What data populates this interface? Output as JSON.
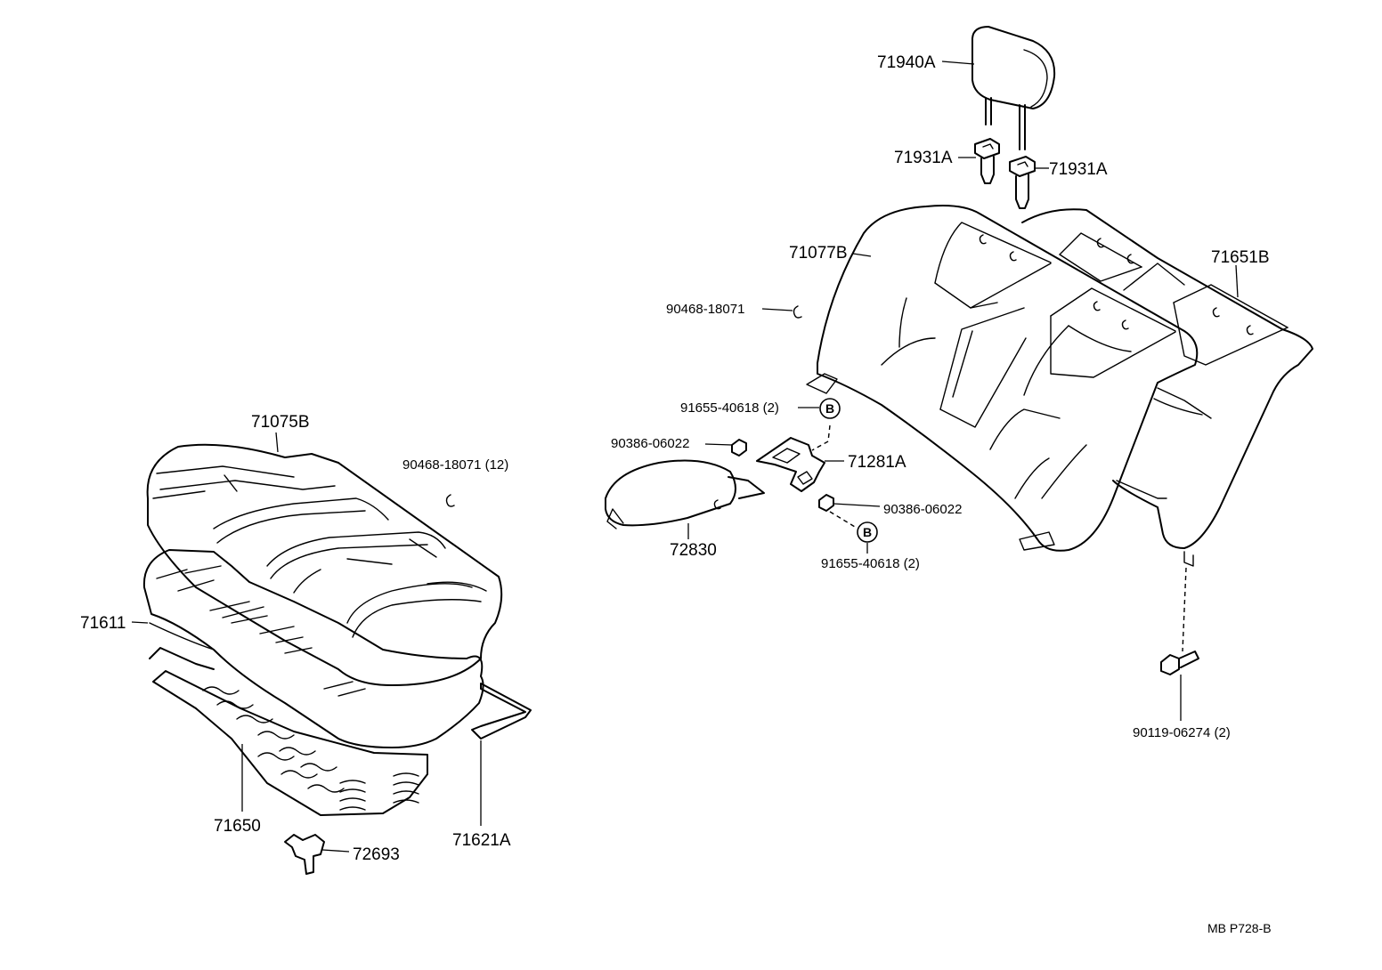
{
  "labels": {
    "p71940A": "71940A",
    "p71931A_left": "71931A",
    "p71931A_right": "71931A",
    "p71077B": "71077B",
    "p71651B": "71651B",
    "p90468_top": "90468-18071",
    "p91655_top": "91655-40618 (2)",
    "p90386_left": "90386-06022",
    "p71281A": "71281A",
    "p90386_right": "90386-06022",
    "p91655_bottom": "91655-40618 (2)",
    "p72830": "72830",
    "p90119": "90119-06274 (2)",
    "p71075B": "71075B",
    "p90468_left": "90468-18071 (12)",
    "p71611": "71611",
    "p71650": "71650",
    "p72693": "72693",
    "p71621A": "71621A"
  },
  "markers": {
    "b_top": "B",
    "b_bottom": "B"
  },
  "footer": {
    "ref": "MB  P728-B"
  }
}
